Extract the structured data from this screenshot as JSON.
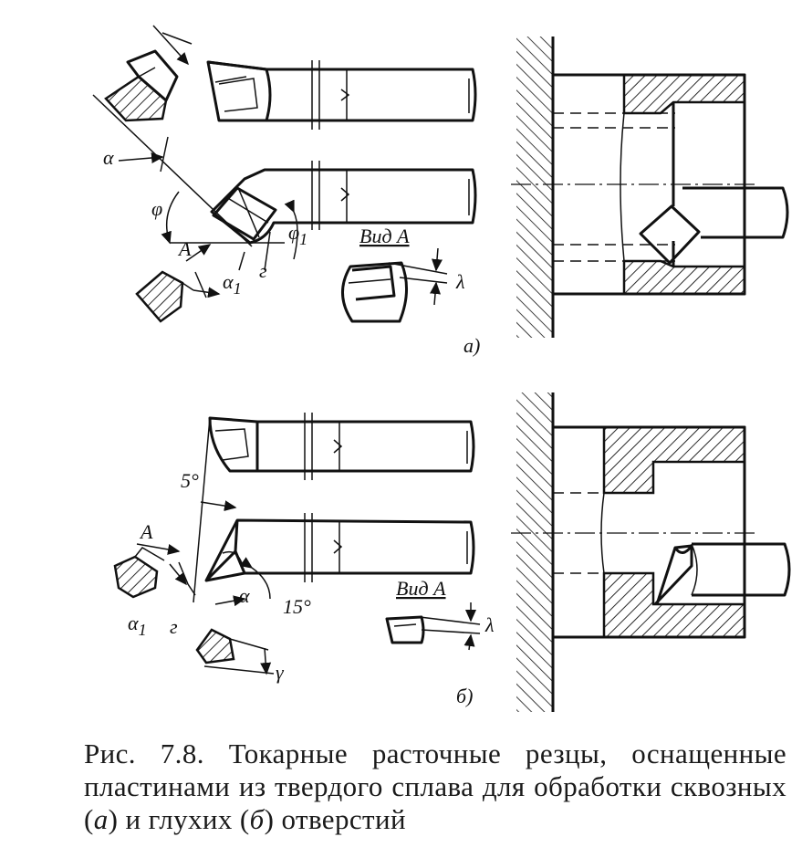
{
  "labels": {
    "alpha": "α",
    "alpha1": "α",
    "alpha1_sub": "1",
    "phi": "φ",
    "phi1": "φ",
    "phi1_sub": "1",
    "gamma": "г",
    "gamma2": "γ",
    "lambda": "λ",
    "A": "A",
    "view_a": "Вид A",
    "five_deg": "5°",
    "fifteen_deg": "15°",
    "part_a": "а)",
    "part_b": "б)"
  },
  "caption": {
    "prefix": "Рис. 7.8. Токарные расточные резцы, оснащенные пластинами из твердого сплава для обработки сквозных (",
    "a": "а",
    "middle": ") и глухих (",
    "b": "б",
    "suffix": ") отверстий"
  }
}
